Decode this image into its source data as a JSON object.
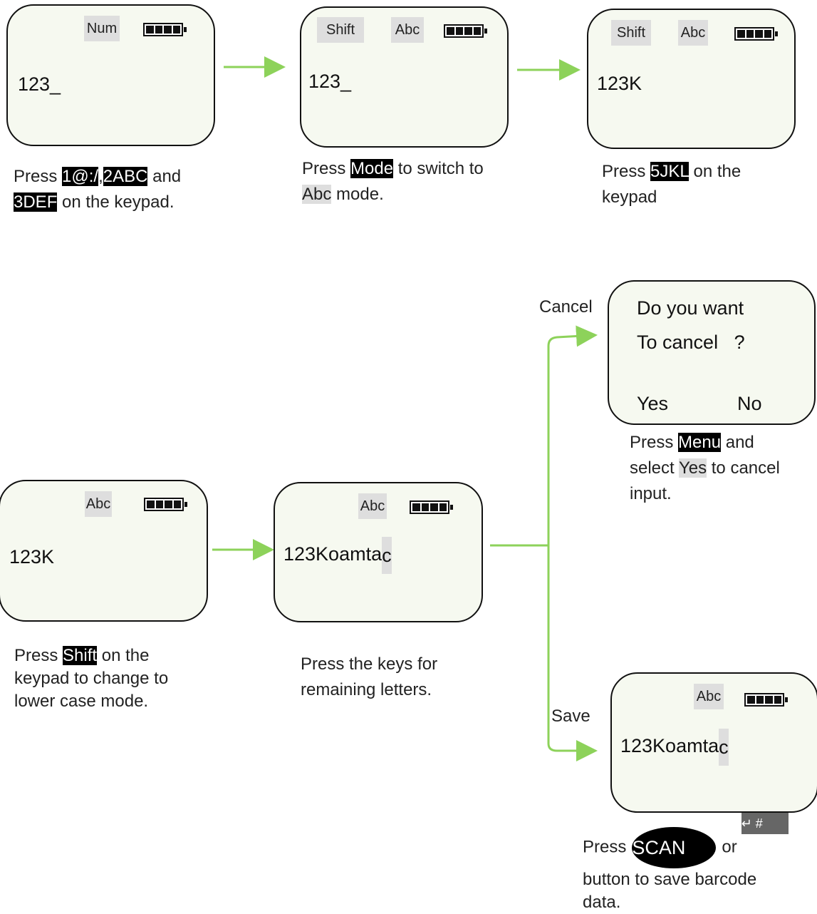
{
  "colors": {
    "arrow": "#8dd25a",
    "screen_bg": "#f6f9f0",
    "key_bg": "#000000",
    "highlight": "#dedede"
  },
  "screens": {
    "s1": {
      "mode": "Num",
      "entry": "123_"
    },
    "s2": {
      "shift": "Shift",
      "mode": "Abc",
      "entry": "123_"
    },
    "s3": {
      "shift": "Shift",
      "mode": "Abc",
      "entry": "123K"
    },
    "s4": {
      "mode": "Abc",
      "entry": "123K"
    },
    "s5": {
      "mode": "Abc",
      "entry_main": "123Koamta",
      "entry_cursor": "c"
    },
    "s6": {
      "line1": "Do you want",
      "line2": "To cancel   ?",
      "yes": "Yes",
      "no": "No"
    },
    "s7": {
      "mode": "Abc",
      "entry_main": "123Koamta",
      "entry_cursor": "c"
    }
  },
  "captions": {
    "c1": {
      "p1": "Press ",
      "k1": "1@:/",
      "sep": ",",
      "k2": "2ABC",
      "p2": " and",
      "k3": "3DEF",
      "p3": " on the keypad."
    },
    "c2": {
      "p1": "Press ",
      "k1": "Mode",
      "p2": " to switch to",
      "h1": "Abc",
      "p3": " mode."
    },
    "c3": {
      "p1": "Press ",
      "k1": "5JKL",
      "p2": " on the",
      "p3": "keypad"
    },
    "c4": {
      "p1": "Press ",
      "k1": "Shift",
      "p2": " on the",
      "p3": "keypad to change to",
      "p4": "lower case mode."
    },
    "c5": {
      "p1": "Press the keys for",
      "p2": "remaining letters."
    },
    "c6": {
      "p1": "Press ",
      "k1": "Menu",
      "p2": " and",
      "p3": "select ",
      "h1": "Yes",
      "p4": " to cancel",
      "p5": "input."
    },
    "c7": {
      "p1": "Press",
      "scan": "SCAN",
      "or": "or",
      "enter": "↵ #",
      "p2": "button to save barcode",
      "p3": "data."
    }
  },
  "branch_labels": {
    "cancel": "Cancel",
    "save": "Save"
  }
}
